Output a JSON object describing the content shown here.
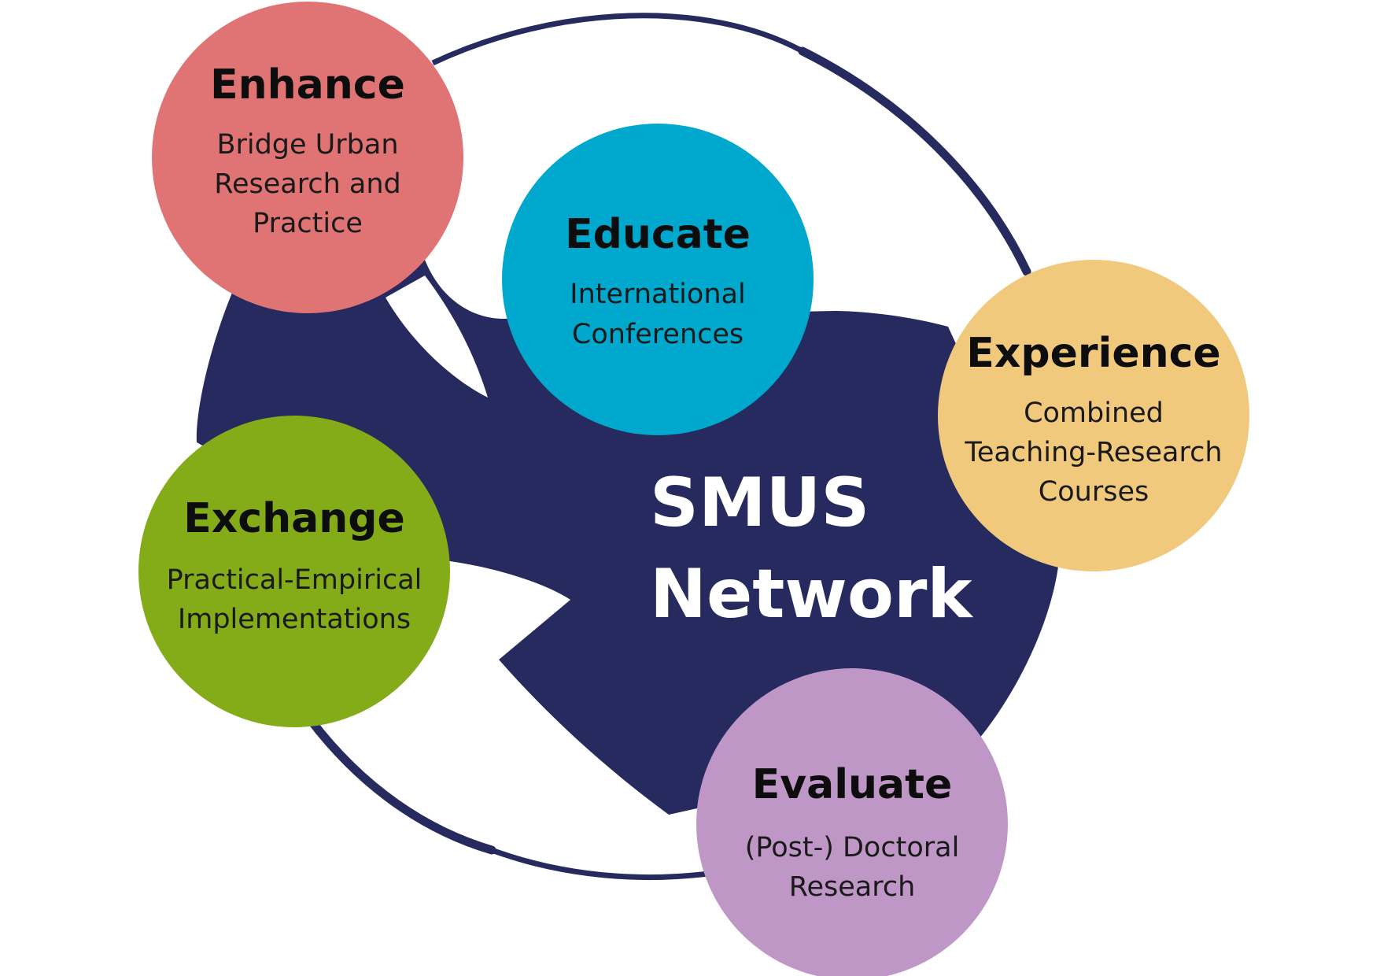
{
  "colors": {
    "navy": "#262A5E",
    "enhance": "#E07373",
    "educate": "#00A8CE",
    "experience": "#F1C97C",
    "exchange": "#84AB18",
    "evaluate": "#BF97C7"
  },
  "center": {
    "line1": "SMUS",
    "line2": "Network"
  },
  "nodes": {
    "enhance": {
      "title": "Enhance",
      "lines": [
        "Bridge Urban",
        "Research and",
        "Practice"
      ]
    },
    "educate": {
      "title": "Educate",
      "lines": [
        "International",
        "Conferences"
      ]
    },
    "experience": {
      "title": "Experience",
      "lines": [
        "Combined",
        "Teaching-Research",
        "Courses"
      ]
    },
    "exchange": {
      "title": "Exchange",
      "lines": [
        "Practical-Empirical",
        "Implementations"
      ]
    },
    "evaluate": {
      "title": "Evaluate",
      "lines": [
        "(Post-) Doctoral",
        "Research"
      ]
    }
  }
}
